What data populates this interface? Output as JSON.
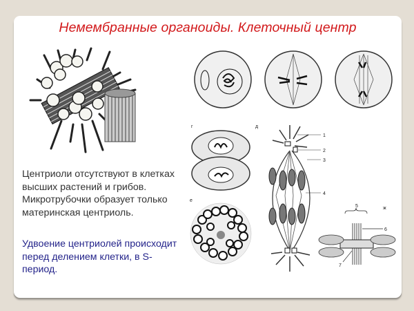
{
  "slide": {
    "title": "Немембранные органоиды. Клеточный центр",
    "paragraphs": [
      "Центриоли отсутствуют в клетках высших растений и грибов. Микротрубочки образует только материнская центриоль.",
      "Удвоение центриолей происходит перед делением клетки, в S-период."
    ],
    "colors": {
      "background": "#e4ded4",
      "title": "#d2191b",
      "text": "#333333",
      "highlight_text": "#23238a"
    }
  },
  "figures": {
    "centriole_3d": {
      "description": "centriole structure with microtubule triplets and radiating microtubules"
    },
    "mitosis_cells": [
      {
        "stage": "prophase"
      },
      {
        "stage": "metaphase"
      },
      {
        "stage": "anaphase"
      }
    ],
    "panel_labels": {
      "g": "г",
      "d": "д",
      "e": "е",
      "zh": "ж"
    },
    "callout_numbers": [
      "1",
      "2",
      "3",
      "4",
      "5",
      "6",
      "7"
    ]
  }
}
